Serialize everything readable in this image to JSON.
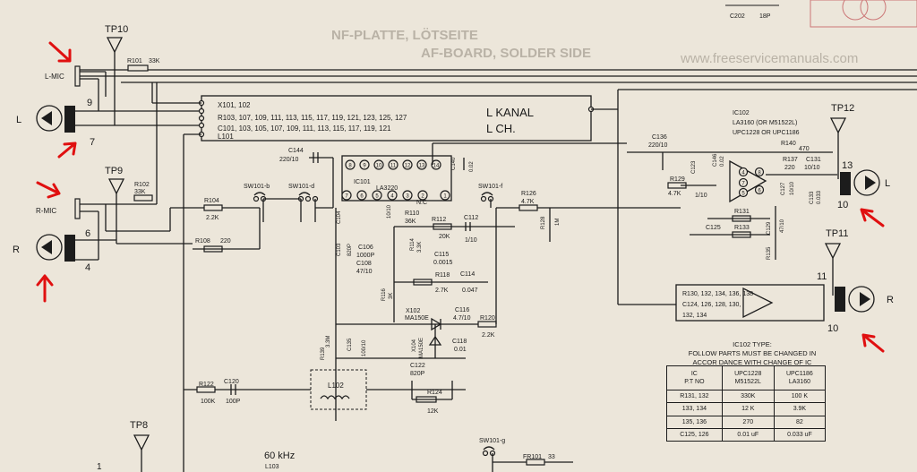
{
  "watermarks": {
    "board_de": "NF-PLATTE, LÖTSEITE",
    "board_en": "AF-BOARD, SOLDER SIDE",
    "url": "www.freeservicemanuals.com"
  },
  "test_points": {
    "tp10": "TP10",
    "tp9": "TP9",
    "tp8": "TP8",
    "tp12": "TP12",
    "tp11": "TP11"
  },
  "inputs": {
    "l_mic": "L-MIC",
    "r_mic": "R-MIC",
    "l_jack": "L",
    "r_jack": "R",
    "pin9": "9",
    "pin7": "7",
    "pin6": "6",
    "pin4": "4"
  },
  "outputs": {
    "pin13": "13",
    "pin10a": "10",
    "l_out": "L",
    "pin11": "11",
    "pin10b": "10",
    "r_out": "R"
  },
  "components": {
    "r101": "R101",
    "r101v": "33K",
    "r102": "R102",
    "r102v": "33K",
    "r104": "R104",
    "r104v": "2.2K",
    "r108": "R108",
    "r108v": "220",
    "sw101b": "SW101-b",
    "sw101d": "SW101-d",
    "sw101f": "SW101-f",
    "sw101g": "SW101-g",
    "c144": "C144",
    "c144v": "220/10",
    "c103": "C103",
    "c103v": "820P",
    "c104": "C104",
    "c104v": "10/10",
    "nc": "N.C",
    "r110": "R110",
    "r110v": "36K",
    "r112": "R112",
    "r112v": "20K",
    "c112": "C112",
    "c112v": "1/10",
    "c106": "C106",
    "c106v": "1000P",
    "r114": "R114",
    "r114v": "3.3K",
    "c115": "C115",
    "c115v": "0.0015",
    "c108": "C108",
    "c108v": "47/10",
    "r118": "R118",
    "r118v": "2.7K",
    "c114": "C114",
    "c114v": "0.047",
    "r116": "R116",
    "r116v": "3K",
    "x102": "X102",
    "x102v": "MA150E",
    "c116": "C116",
    "c116v": "4.7/10",
    "r120": "R120",
    "r120v": "2.2K",
    "x104": "X104",
    "x104v": "MA150E",
    "c118": "C118",
    "c118v": "0.01",
    "r139": "R139",
    "r139v": "3.3M",
    "c135": "C135",
    "c135v": "100/10",
    "c122": "C122",
    "c122v": "820P",
    "r124": "R124",
    "r124v": "12K",
    "r122": "R122",
    "r122v": "100K",
    "c120": "C120",
    "c120v": "100P",
    "l102": "L102",
    "freq": "60 kHz",
    "l103": "L103",
    "r126": "R126",
    "r126v": "4.7K",
    "r128": "R128",
    "r128v": "1M",
    "c140": "C140",
    "c140v": "0.02",
    "fr101": "FR101",
    "fr101v": "33",
    "c136": "C136",
    "c136v": "220/10",
    "r129": "R129",
    "r129v": "4.7K",
    "c123": "C123",
    "c123v": "1/10",
    "c146": "C146",
    "c146v": "0.02",
    "r131": "R131",
    "c125": "C125",
    "r133": "R133",
    "c129": "C129",
    "c129v": "47/10",
    "r135": "R135",
    "r140": "R140",
    "r140v": "470",
    "r137": "R137",
    "r137v": "220",
    "c131": "C131",
    "c131v": "10/10",
    "c127": "C127",
    "c127v": "10/10",
    "c133": "C133",
    "c133v": "0.033",
    "c202": "C202",
    "c202v": "18P"
  },
  "ic101": {
    "label": "IC101",
    "type": "LA3220",
    "pins": [
      "8",
      "9",
      "10",
      "11",
      "12",
      "13",
      "14",
      "7",
      "6",
      "5",
      "4",
      "3",
      "2",
      "1"
    ]
  },
  "ic102": {
    "label": "IC102",
    "line1": "LA3160 (OR M51522L)",
    "line2": "UPC1228 OR UPC1186",
    "pins": [
      "4",
      "5",
      "6",
      "8",
      "7"
    ]
  },
  "l_channel": {
    "list1": "X101, 102",
    "list2": "R103, 107, 109, 111, 113, 115, 117, 119, 121, 123, 125, 127",
    "list3": "C101, 103, 105, 107, 109, 111, 113, 115, 117, 119, 121",
    "list4": "L101",
    "kanal": "L KANAL",
    "ch": "L CH."
  },
  "r_channel": {
    "list1": "R130, 132, 134, 136, 138",
    "list2": "C124, 126, 128, 130,",
    "list3": "132, 134"
  },
  "ic102_note": {
    "line1": "IC102 TYPE:",
    "line2": "FOLLOW PARTS MUST BE CHANGED IN",
    "line3": "ACCOR DANCE WITH CHANGE OF IC"
  },
  "ic_table": {
    "headers": [
      "IC",
      "UPC1228",
      "UPC1186",
      "P.T NO",
      "M51522L",
      "LA3160"
    ],
    "rows": [
      [
        "R131, 132",
        "330K",
        "100 K"
      ],
      [
        "133, 134",
        "12 K",
        "3.9K"
      ],
      [
        "135, 136",
        "270",
        "82"
      ],
      [
        "C125, 126",
        "0.01 uF",
        "0.033 uF"
      ]
    ]
  },
  "misc": {
    "pin1_bottom": "1"
  },
  "colors": {
    "paper": "#ece6da",
    "ink": "#1c1c1c",
    "annotation": "#e01010"
  }
}
